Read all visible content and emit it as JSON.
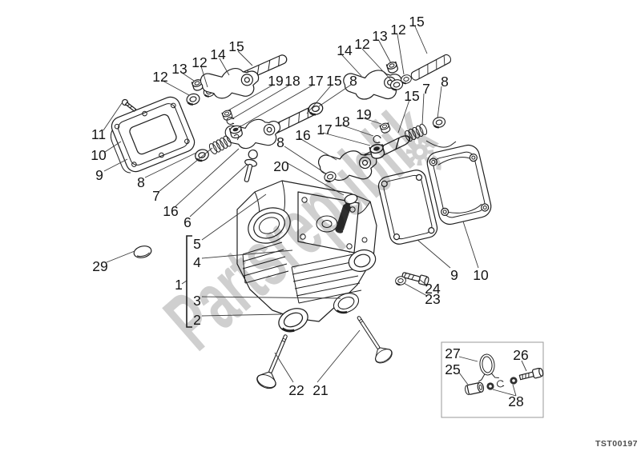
{
  "diagram": {
    "code": "TST00197",
    "watermark_text": "Partsrepublik",
    "watermark_icon": "gear",
    "colors": {
      "background": "#ffffff",
      "line": "#1f1f1f",
      "watermark": "#9f9f9f"
    },
    "callouts": [
      "11",
      "10",
      "9",
      "12",
      "13",
      "12",
      "14",
      "15",
      "19",
      "18",
      "17",
      "15",
      "8",
      "14",
      "12",
      "13",
      "12",
      "15",
      "15",
      "7",
      "8",
      "19",
      "18",
      "17",
      "8",
      "7",
      "16",
      "6",
      "16",
      "8",
      "20",
      "29",
      "5",
      "4",
      "1",
      "3",
      "2",
      "22",
      "21",
      "9",
      "10",
      "24",
      "23",
      "27",
      "26",
      "25",
      "28"
    ]
  }
}
